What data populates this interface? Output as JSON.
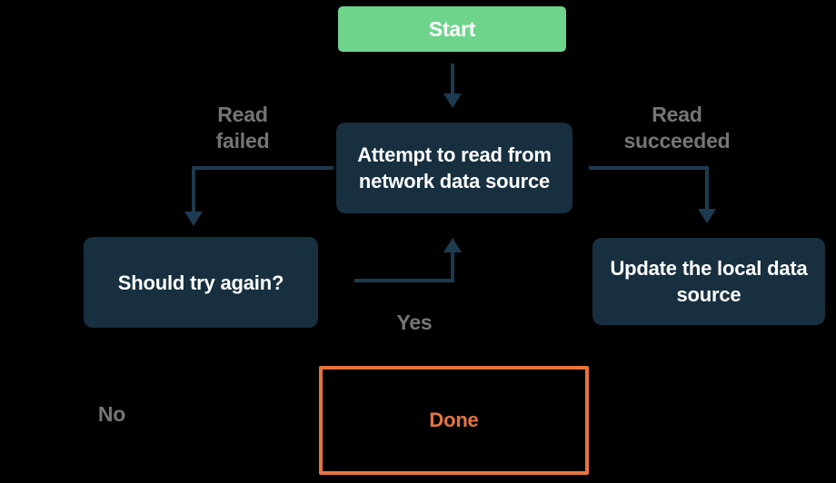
{
  "colors": {
    "background": "#000000",
    "start-fill": "#6ED48C",
    "node-fill": "#172F3F",
    "node-text": "#FFFFFF",
    "arrow": "#1D3A4F",
    "label-text": "#757575",
    "done-accent": "#E7743E"
  },
  "nodes": {
    "start": {
      "label": "Start"
    },
    "attempt": {
      "label": "Attempt to read from network data source"
    },
    "should_try": {
      "label": "Should try again?"
    },
    "update": {
      "label": "Update the local data source"
    },
    "done": {
      "label": "Done"
    }
  },
  "edge_labels": {
    "read_failed": "Read failed",
    "read_succeeded": "Read succeeded",
    "yes": "Yes",
    "no": "No"
  }
}
